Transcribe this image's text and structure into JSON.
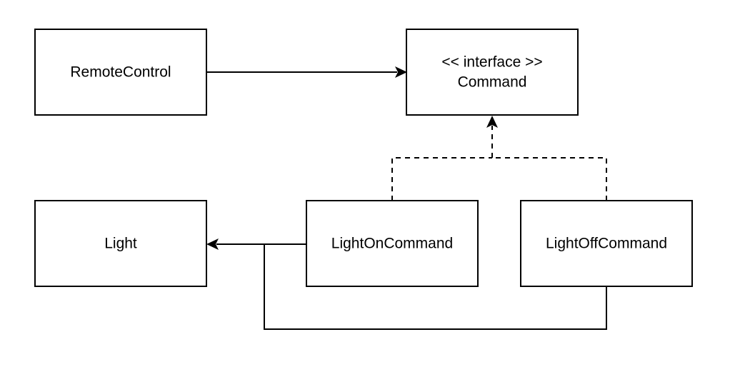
{
  "nodes": {
    "remote_control": {
      "label": "RemoteControl"
    },
    "command": {
      "stereotype": "<< interface >>",
      "label": "Command"
    },
    "light": {
      "label": "Light"
    },
    "light_on_command": {
      "label": "LightOnCommand"
    },
    "light_off_command": {
      "label": "LightOffCommand"
    }
  },
  "edges": [
    {
      "from": "RemoteControl",
      "to": "Command",
      "style": "solid",
      "arrow": "filled"
    },
    {
      "from": "LightOnCommand",
      "to": "Command",
      "style": "dashed",
      "arrow": "filled"
    },
    {
      "from": "LightOffCommand",
      "to": "Command",
      "style": "dashed",
      "arrow": "filled"
    },
    {
      "from": "LightOnCommand",
      "to": "Light",
      "style": "solid",
      "arrow": "filled"
    },
    {
      "from": "LightOffCommand",
      "to": "Light",
      "style": "solid",
      "arrow": "filled"
    }
  ],
  "colors": {
    "stroke": "#000000",
    "fill": "#ffffff"
  }
}
